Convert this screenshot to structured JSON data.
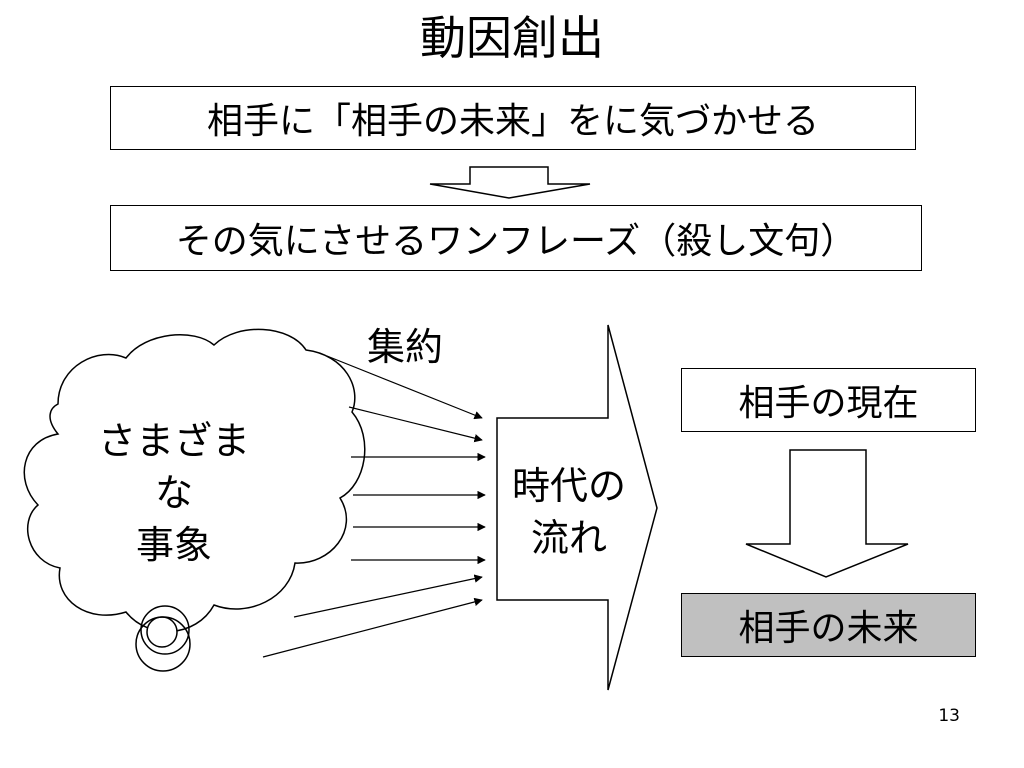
{
  "title": "動因創出",
  "top_box": "相手に「相手の未来」をに気づかせる",
  "phrase_box": "その気にさせるワンフレーズ（殺し文句）",
  "aggregation_label": "集約",
  "cloud_text": [
    "さまざま",
    "な",
    "事象"
  ],
  "flow_arrow_text": [
    "時代の",
    "流れ"
  ],
  "present_box": "相手の現在",
  "future_box": "相手の未来",
  "page_number": "13",
  "colors": {
    "future_fill": "#c0c0c0",
    "stroke": "#000000"
  }
}
